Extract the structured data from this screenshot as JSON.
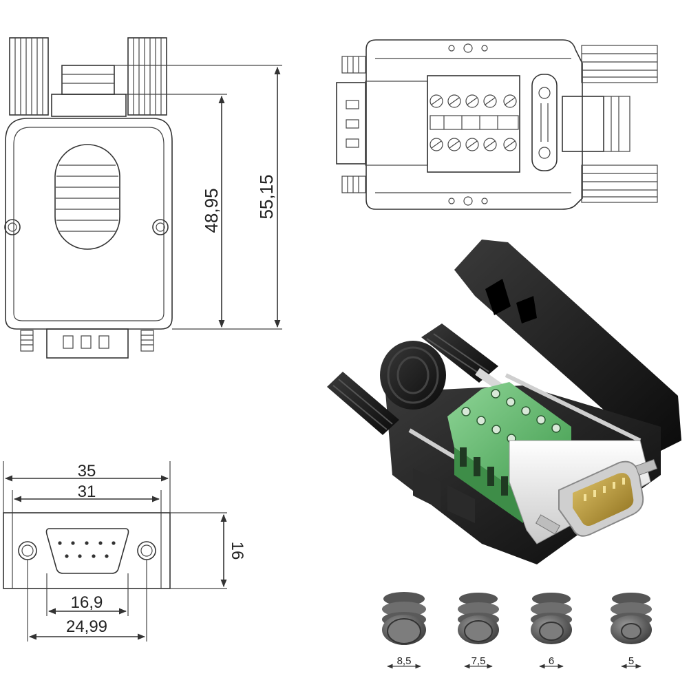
{
  "front_view": {
    "height_inner": "48,95",
    "height_total": "55,15"
  },
  "bottom_view": {
    "width_total": "35",
    "width_body": "31",
    "height": "16",
    "dsub_width": "16,9",
    "screw_spacing": "24,99"
  },
  "grommets": [
    {
      "label": "8,5"
    },
    {
      "label": "7,5"
    },
    {
      "label": "6"
    },
    {
      "label": "5"
    }
  ],
  "colors": {
    "line": "#333333",
    "housing_black": "#151515",
    "terminal_green": "#5fb86a",
    "metal_white": "#e9e9e9",
    "pin_gold": "#b89a3a",
    "grommet_gray": "#6e6e6e"
  }
}
